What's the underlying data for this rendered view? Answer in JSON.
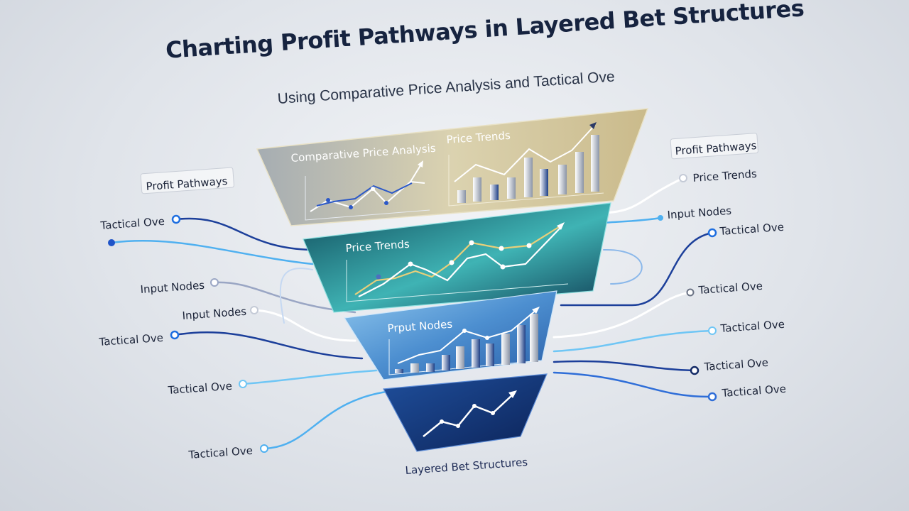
{
  "title": "Charting Profit Pathways in Layered Bet Structures",
  "subtitle": "Using Comparative Price Analysis and Tactical Ove",
  "layers": {
    "top": {
      "left_label": "Comparative Price Analysis",
      "right_label": "Price Trends"
    },
    "second": {
      "label": "Price Trends"
    },
    "third": {
      "label": "Prput Nodes"
    },
    "base": {
      "label": "Layered Bet Structures"
    }
  },
  "left_labels": {
    "profit_pathways": "Profit Pathways",
    "tactical_1": "Tactical Ove",
    "input_1": "Input Nodes",
    "input_2": "Input Nodes",
    "tactical_2": "Tactical Ove",
    "tactical_3": "Tactical Ove",
    "tactical_4": "Tactical Ove"
  },
  "right_labels": {
    "profit_pathways": "Profit Pathways",
    "price_trends": "Price Trends",
    "input_nodes": "Input Nodes",
    "tactical_1": "Tactical Ove",
    "tactical_2": "Tactical Ove",
    "tactical_3": "Tactical Ove",
    "tactical_4": "Tactical Ove",
    "tactical_5": "Tactical Ove"
  },
  "colors": {
    "title": "#16233f",
    "gold_layer": "#c9b889",
    "teal_layer": "#2f8a8f",
    "blue_layer": "#3f7fbf",
    "navy_layer": "#153a7a",
    "connector_dark": "#1c3f9a",
    "connector_light": "#4fb0f0"
  }
}
